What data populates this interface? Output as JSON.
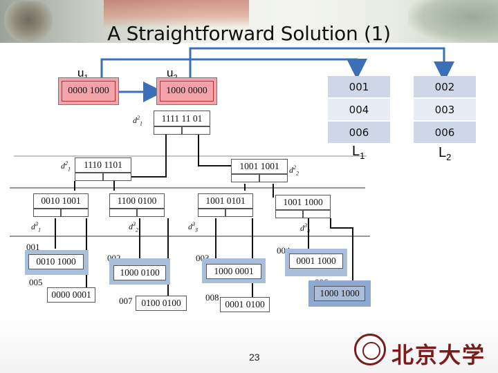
{
  "slide": {
    "title": "A Straightforward Solution (1)",
    "page_number": "23",
    "logo_text": "北京大学"
  },
  "labels": {
    "u1": "u",
    "u1_sub": "1",
    "u2": "u",
    "u2_sub": "2",
    "L1": "L",
    "L1_sub": "1",
    "L2": "L",
    "L2_sub": "2"
  },
  "queries": {
    "u1_value": "0000 1000",
    "u2_value": "1000 0000"
  },
  "tree": {
    "root": {
      "bits": "1111 11 01",
      "label": "d",
      "sub": "1",
      "sup": "2"
    },
    "level2_left": {
      "bits": "1110 1101",
      "label": "d",
      "sub": "1",
      "sup": "2"
    },
    "level2_right": {
      "bits": "1001 1001",
      "label": "d",
      "sub": "2",
      "sup": "2"
    },
    "level3": [
      {
        "bits": "0010 1001",
        "label": "d",
        "sub": "1",
        "sup": "3"
      },
      {
        "bits": "1100 0100",
        "label": "d",
        "sub": "2",
        "sup": "3"
      },
      {
        "bits": "1001 0101",
        "label": "d",
        "sub": "3",
        "sup": "3"
      },
      {
        "bits": "1001 1000",
        "label": "d",
        "sub": "4",
        "sup": "3"
      }
    ],
    "leaves": [
      {
        "id": "001",
        "bits": "0010 1000"
      },
      {
        "id": "005",
        "bits": "0000 0001"
      },
      {
        "id": "002",
        "bits": "1000 0100"
      },
      {
        "id": "007",
        "bits": "0100 0100"
      },
      {
        "id": "003",
        "bits": "1000 0001"
      },
      {
        "id": "008",
        "bits": "0001 0100"
      },
      {
        "id": "004",
        "bits": "0001 1000"
      },
      {
        "id": "006",
        "bits": "1000 1000"
      }
    ]
  },
  "result_lists": {
    "L1": [
      "001",
      "004",
      "006"
    ],
    "L2": [
      "002",
      "003",
      "006"
    ]
  },
  "colors": {
    "query_highlight": "#f4a3aa",
    "match_highlight": "#a8bedb",
    "arrow": "#3b6fb6"
  }
}
